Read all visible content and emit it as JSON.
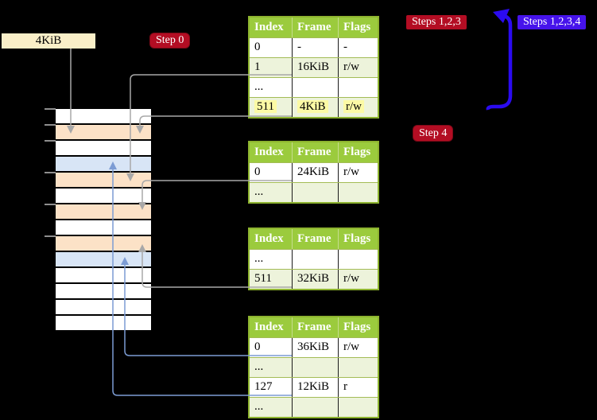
{
  "labels": {
    "page_size_tag": "4KiB",
    "step0": "Step 0",
    "steps123": "Steps 1,2,3",
    "steps1234": "Steps 1,2,3,4",
    "step4": "Step 4"
  },
  "colors": {
    "background": "#000000",
    "badge_crimson": "#B30D23",
    "badge_blue": "#4613EB",
    "big_arrow_blue": "#2B0BF0",
    "connector_gray": "#A8A8A8",
    "connector_steel_blue": "#7C9CD4",
    "table_header_green": "#9BCB3D",
    "table_alt_row_green": "#EDF3DB",
    "highlight_yellow": "#FCFAA5",
    "memory_page_peach": "#FCE2C7",
    "memory_page_blue": "#D8E5F6",
    "memory_page_free": "#FFFFFF",
    "tag_cream": "#FAEFC8"
  },
  "page_tables": [
    {
      "headers": [
        "Index",
        "Frame",
        "Flags"
      ],
      "rows": [
        {
          "index": "0",
          "frame": "-",
          "flags": "-"
        },
        {
          "index": "1",
          "frame": "16KiB",
          "flags": "r/w"
        },
        {
          "index": "...",
          "frame": "",
          "flags": ""
        },
        {
          "index": "511",
          "frame": "4KiB",
          "flags": "r/w"
        }
      ]
    },
    {
      "headers": [
        "Index",
        "Frame",
        "Flags"
      ],
      "rows": [
        {
          "index": "0",
          "frame": "24KiB",
          "flags": "r/w"
        },
        {
          "index": "...",
          "frame": "",
          "flags": ""
        }
      ]
    },
    {
      "headers": [
        "Index",
        "Frame",
        "Flags"
      ],
      "rows": [
        {
          "index": "...",
          "frame": "",
          "flags": ""
        },
        {
          "index": "511",
          "frame": "32KiB",
          "flags": "r/w"
        }
      ]
    },
    {
      "headers": [
        "Index",
        "Frame",
        "Flags"
      ],
      "rows": [
        {
          "index": "0",
          "frame": "36KiB",
          "flags": "r/w"
        },
        {
          "index": "...",
          "frame": "",
          "flags": ""
        },
        {
          "index": "127",
          "frame": "12KiB",
          "flags": "r"
        },
        {
          "index": "...",
          "frame": "",
          "flags": ""
        }
      ]
    }
  ],
  "memory_column": {
    "rows": [
      "free",
      "peach",
      "free",
      "blue",
      "peach",
      "free",
      "peach",
      "free",
      "peach",
      "blue",
      "free",
      "free",
      "free",
      "free"
    ]
  }
}
